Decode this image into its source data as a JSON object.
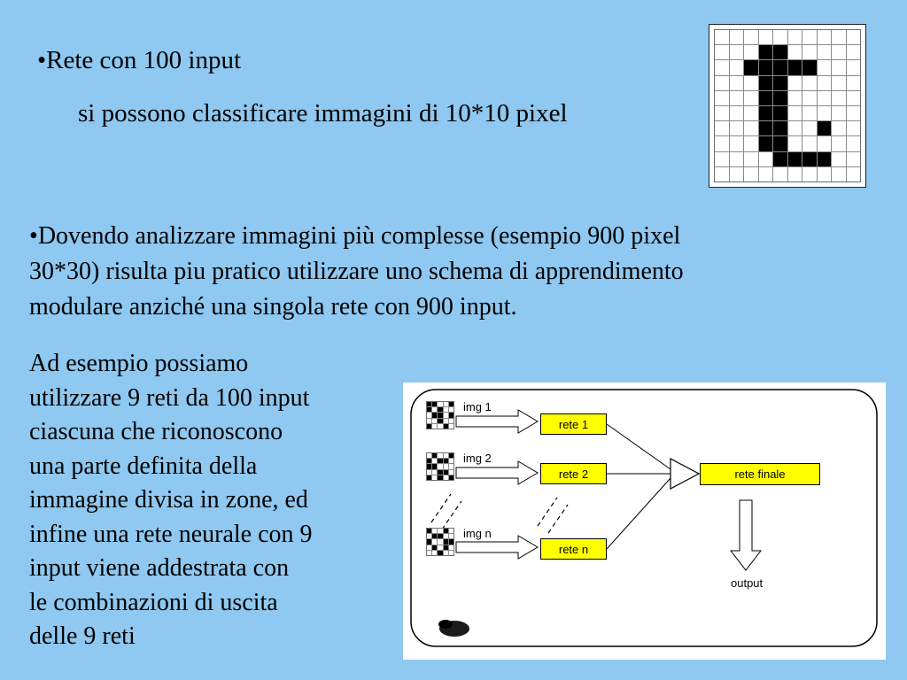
{
  "slide": {
    "bg_color": "#8FC8F0",
    "bullet": "•",
    "line1": "Rete con 100 input",
    "line2": "si possono classificare immagini di 10*10 pixel",
    "para2_lines": [
      "Dovendo analizzare immagini più complesse (esempio 900 pixel",
      "30*30) risulta piu pratico utilizzare uno schema di apprendimento",
      "modulare anziché una singola rete con 900 input."
    ],
    "para3_lines": [
      "Ad esempio possiamo",
      "utilizzare 9 reti da 100 input",
      "ciascuna che riconoscono",
      "una parte definita della",
      "immagine divisa in zone, ed",
      "infine una rete neurale con 9",
      "input viene addestrata con",
      "le combinazioni di uscita",
      "delle 9 reti"
    ]
  },
  "letter_image": {
    "rows": [
      "..........",
      "...##.....",
      "..#####...",
      "...##.....",
      "...##.....",
      "...##.....",
      "...##..#..",
      "...##.....",
      "....####..",
      ".........."
    ]
  },
  "diagram": {
    "box_color": "#FFFF00",
    "panel_color": "#FFFFFF",
    "inputs": [
      {
        "label": "img 1",
        "net": "rete 1",
        "pattern": [
          "##..#",
          "#.#..",
          ".##.#",
          "..#..",
          "#..#."
        ]
      },
      {
        "label": "img 2",
        "net": "rete 2",
        "pattern": [
          ".#..#",
          "#.##.",
          "##...",
          "..##.",
          "#.#.#"
        ]
      },
      {
        "label": "img n",
        "net": "rete n",
        "pattern": [
          "#..#.",
          ".##..",
          "#..##",
          ".#.#.",
          "..#.."
        ]
      }
    ],
    "final_net": "rete finale",
    "output_label": "output"
  }
}
